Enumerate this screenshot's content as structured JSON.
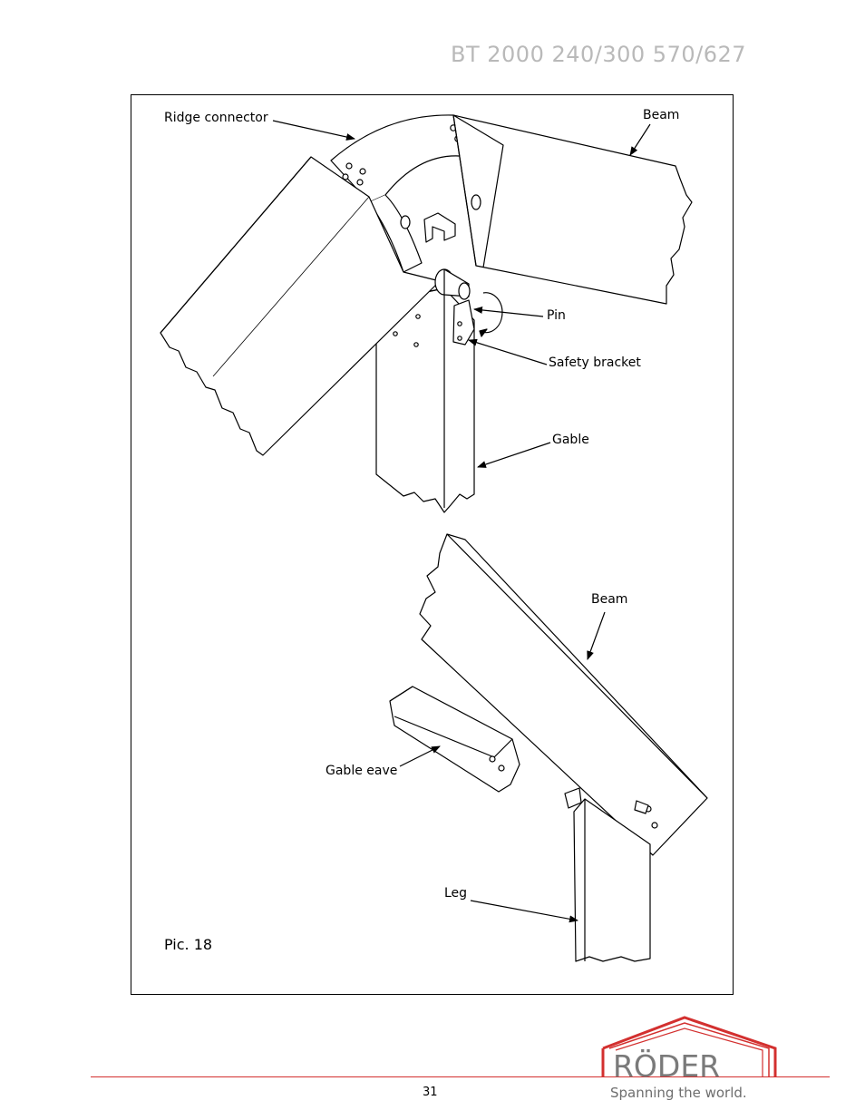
{
  "header": {
    "title": "BT 2000 240/300 570/627"
  },
  "figure": {
    "caption": "Pic. 18",
    "labels": {
      "ridge_connector": "Ridge connector",
      "beam_top": "Beam",
      "pin": "Pin",
      "safety_bracket": "Safety bracket",
      "gable": "Gable",
      "beam_bottom": "Beam",
      "gable_eave": "Gable eave",
      "leg": "Leg"
    }
  },
  "footer": {
    "page_number": "31",
    "logo_text": "RÖDER",
    "tagline": "Spanning the world.",
    "accent_color": "#d3302f"
  }
}
